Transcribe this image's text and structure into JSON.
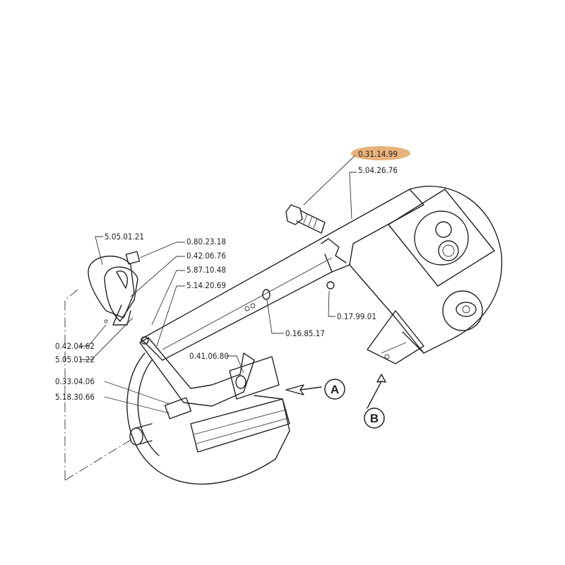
{
  "diagram": {
    "highlight_color": "#e8b27a",
    "highlighted_part": "0.31.14.99",
    "part_labels": [
      {
        "id": "p1",
        "text": "0.31.14.99"
      },
      {
        "id": "p2",
        "text": "5.04.26.76"
      },
      {
        "id": "p3",
        "text": "5.05.01.21"
      },
      {
        "id": "p4",
        "text": "0.80.23.18"
      },
      {
        "id": "p5",
        "text": "0.42.06.76"
      },
      {
        "id": "p6",
        "text": "5.87.10.48"
      },
      {
        "id": "p7",
        "text": "5.14.20.69"
      },
      {
        "id": "p8",
        "text": "0.16.85.17"
      },
      {
        "id": "p9",
        "text": "0.17.99.01"
      },
      {
        "id": "p10",
        "text": "0.42.04.62"
      },
      {
        "id": "p11",
        "text": "5.05.01.22"
      },
      {
        "id": "p12",
        "text": "0.41.06.80"
      },
      {
        "id": "p13",
        "text": "0.33.04.06"
      },
      {
        "id": "p14",
        "text": "5.18.30.66"
      }
    ],
    "view_markers": [
      {
        "id": "A",
        "text": "A"
      },
      {
        "id": "B",
        "text": "B"
      }
    ]
  }
}
